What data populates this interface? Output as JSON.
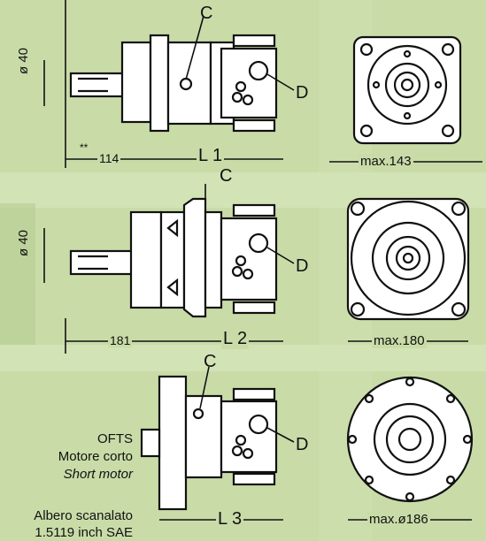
{
  "drawing": {
    "row1": {
      "port_c": "C",
      "port_d": "D",
      "shaft_dia": "ø 40",
      "dim_shaft": "114",
      "note_marker": "**",
      "dim_body": "L 1",
      "dim_face": "max.143"
    },
    "row2": {
      "port_c": "C",
      "port_d": "D",
      "shaft_dia": "ø 40",
      "dim_shaft": "181",
      "dim_body": "L 2",
      "dim_face": "max.180"
    },
    "row3": {
      "port_c": "C",
      "port_d": "D",
      "dim_body": "L 3",
      "dim_face": "max.ø186"
    }
  },
  "caption": {
    "model": "OFTS",
    "desc_it": "Motore corto",
    "desc_en": "Short motor",
    "shaft_it": "Albero scanalato",
    "shaft_en": "1.5119 inch SAE"
  },
  "colors": {
    "background": "#c9dca8",
    "band": "#d6e6bc",
    "line": "#111111"
  }
}
